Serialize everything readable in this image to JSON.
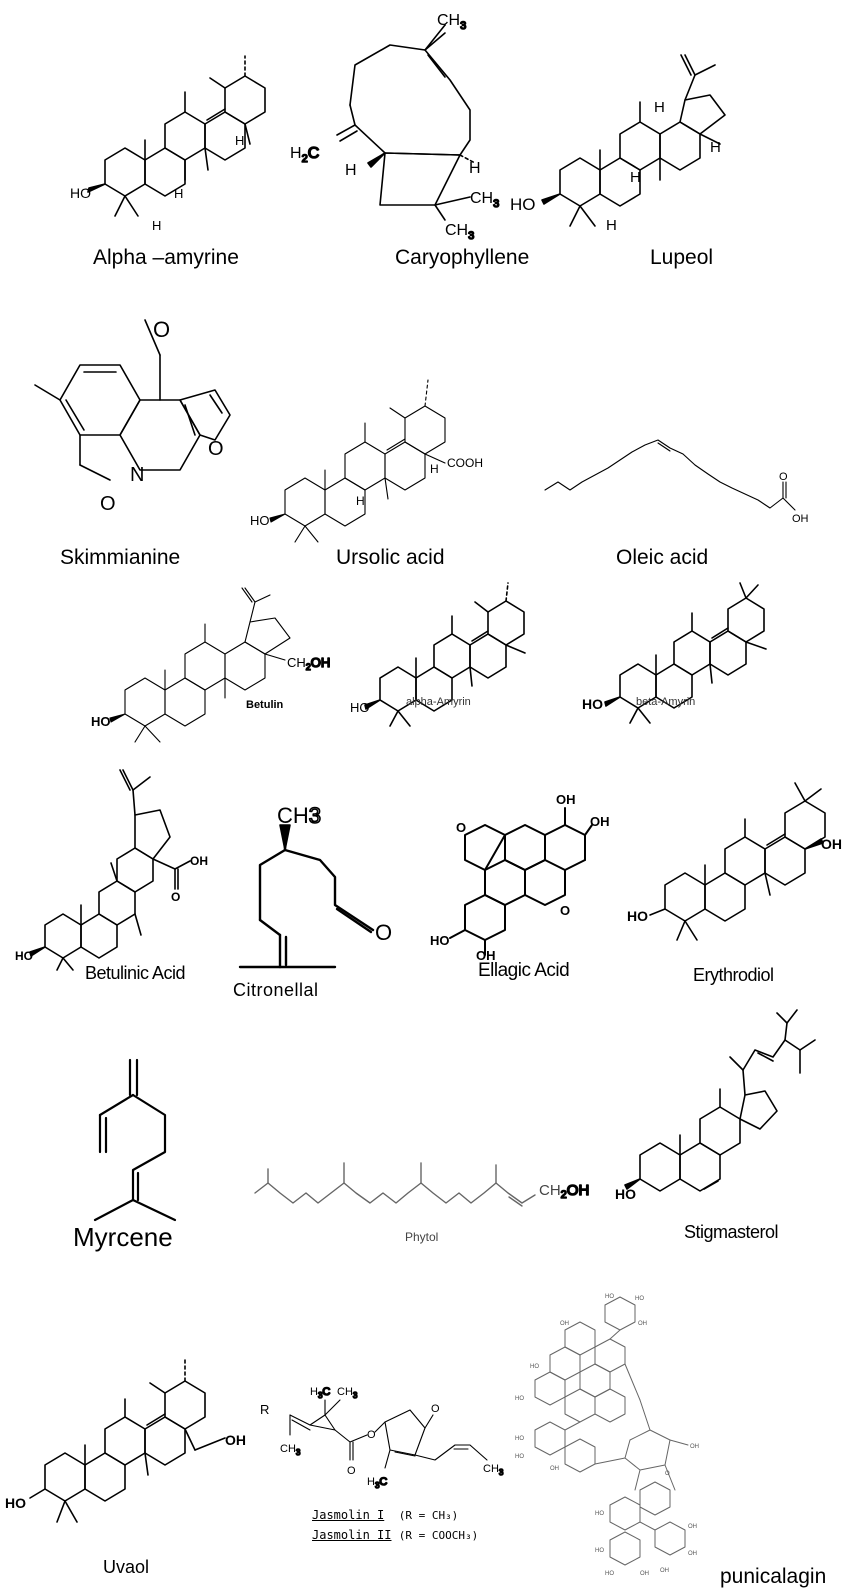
{
  "compounds": [
    {
      "id": "alpha-amyrine",
      "name": "Alpha –amyrine"
    },
    {
      "id": "caryophyllene",
      "name": "Caryophyllene"
    },
    {
      "id": "lupeol",
      "name": "Lupeol"
    },
    {
      "id": "skimmianine",
      "name": "Skimmianine"
    },
    {
      "id": "ursolic-acid",
      "name": "Ursolic acid"
    },
    {
      "id": "oleic-acid",
      "name": "Oleic acid"
    },
    {
      "id": "betulin",
      "name": "Betulin"
    },
    {
      "id": "alpha-amyrin",
      "name": "alpha-Amyrin"
    },
    {
      "id": "beta-amyrin",
      "name": "beta-Amyrin"
    },
    {
      "id": "betulinic-acid",
      "name": "Betulinic Acid"
    },
    {
      "id": "citronellal",
      "name": "Citronellal"
    },
    {
      "id": "ellagic-acid",
      "name": "Ellagic Acid"
    },
    {
      "id": "erythrodiol",
      "name": "Erythrodiol"
    },
    {
      "id": "myrcene",
      "name": "Myrcene"
    },
    {
      "id": "phytol",
      "name": "Phytol"
    },
    {
      "id": "stigmasterol",
      "name": "Stigmasterol"
    },
    {
      "id": "uvaol",
      "name": "Uvaol"
    },
    {
      "id": "jasmolin",
      "name": "Jasmolin I",
      "name2": "Jasmolin II",
      "r1": "(R = CH₃)",
      "r2": "(R = COOCH₃)"
    },
    {
      "id": "punicalagin",
      "name": "punicalagin"
    }
  ],
  "atoms": {
    "ch3": "CH3",
    "h2c": "H2C",
    "h": "H",
    "ho": "HO",
    "oh": "OH",
    "o": "O",
    "n": "N",
    "cooh": "COOH",
    "ch2oh": "CH2OH",
    "r": "R"
  }
}
